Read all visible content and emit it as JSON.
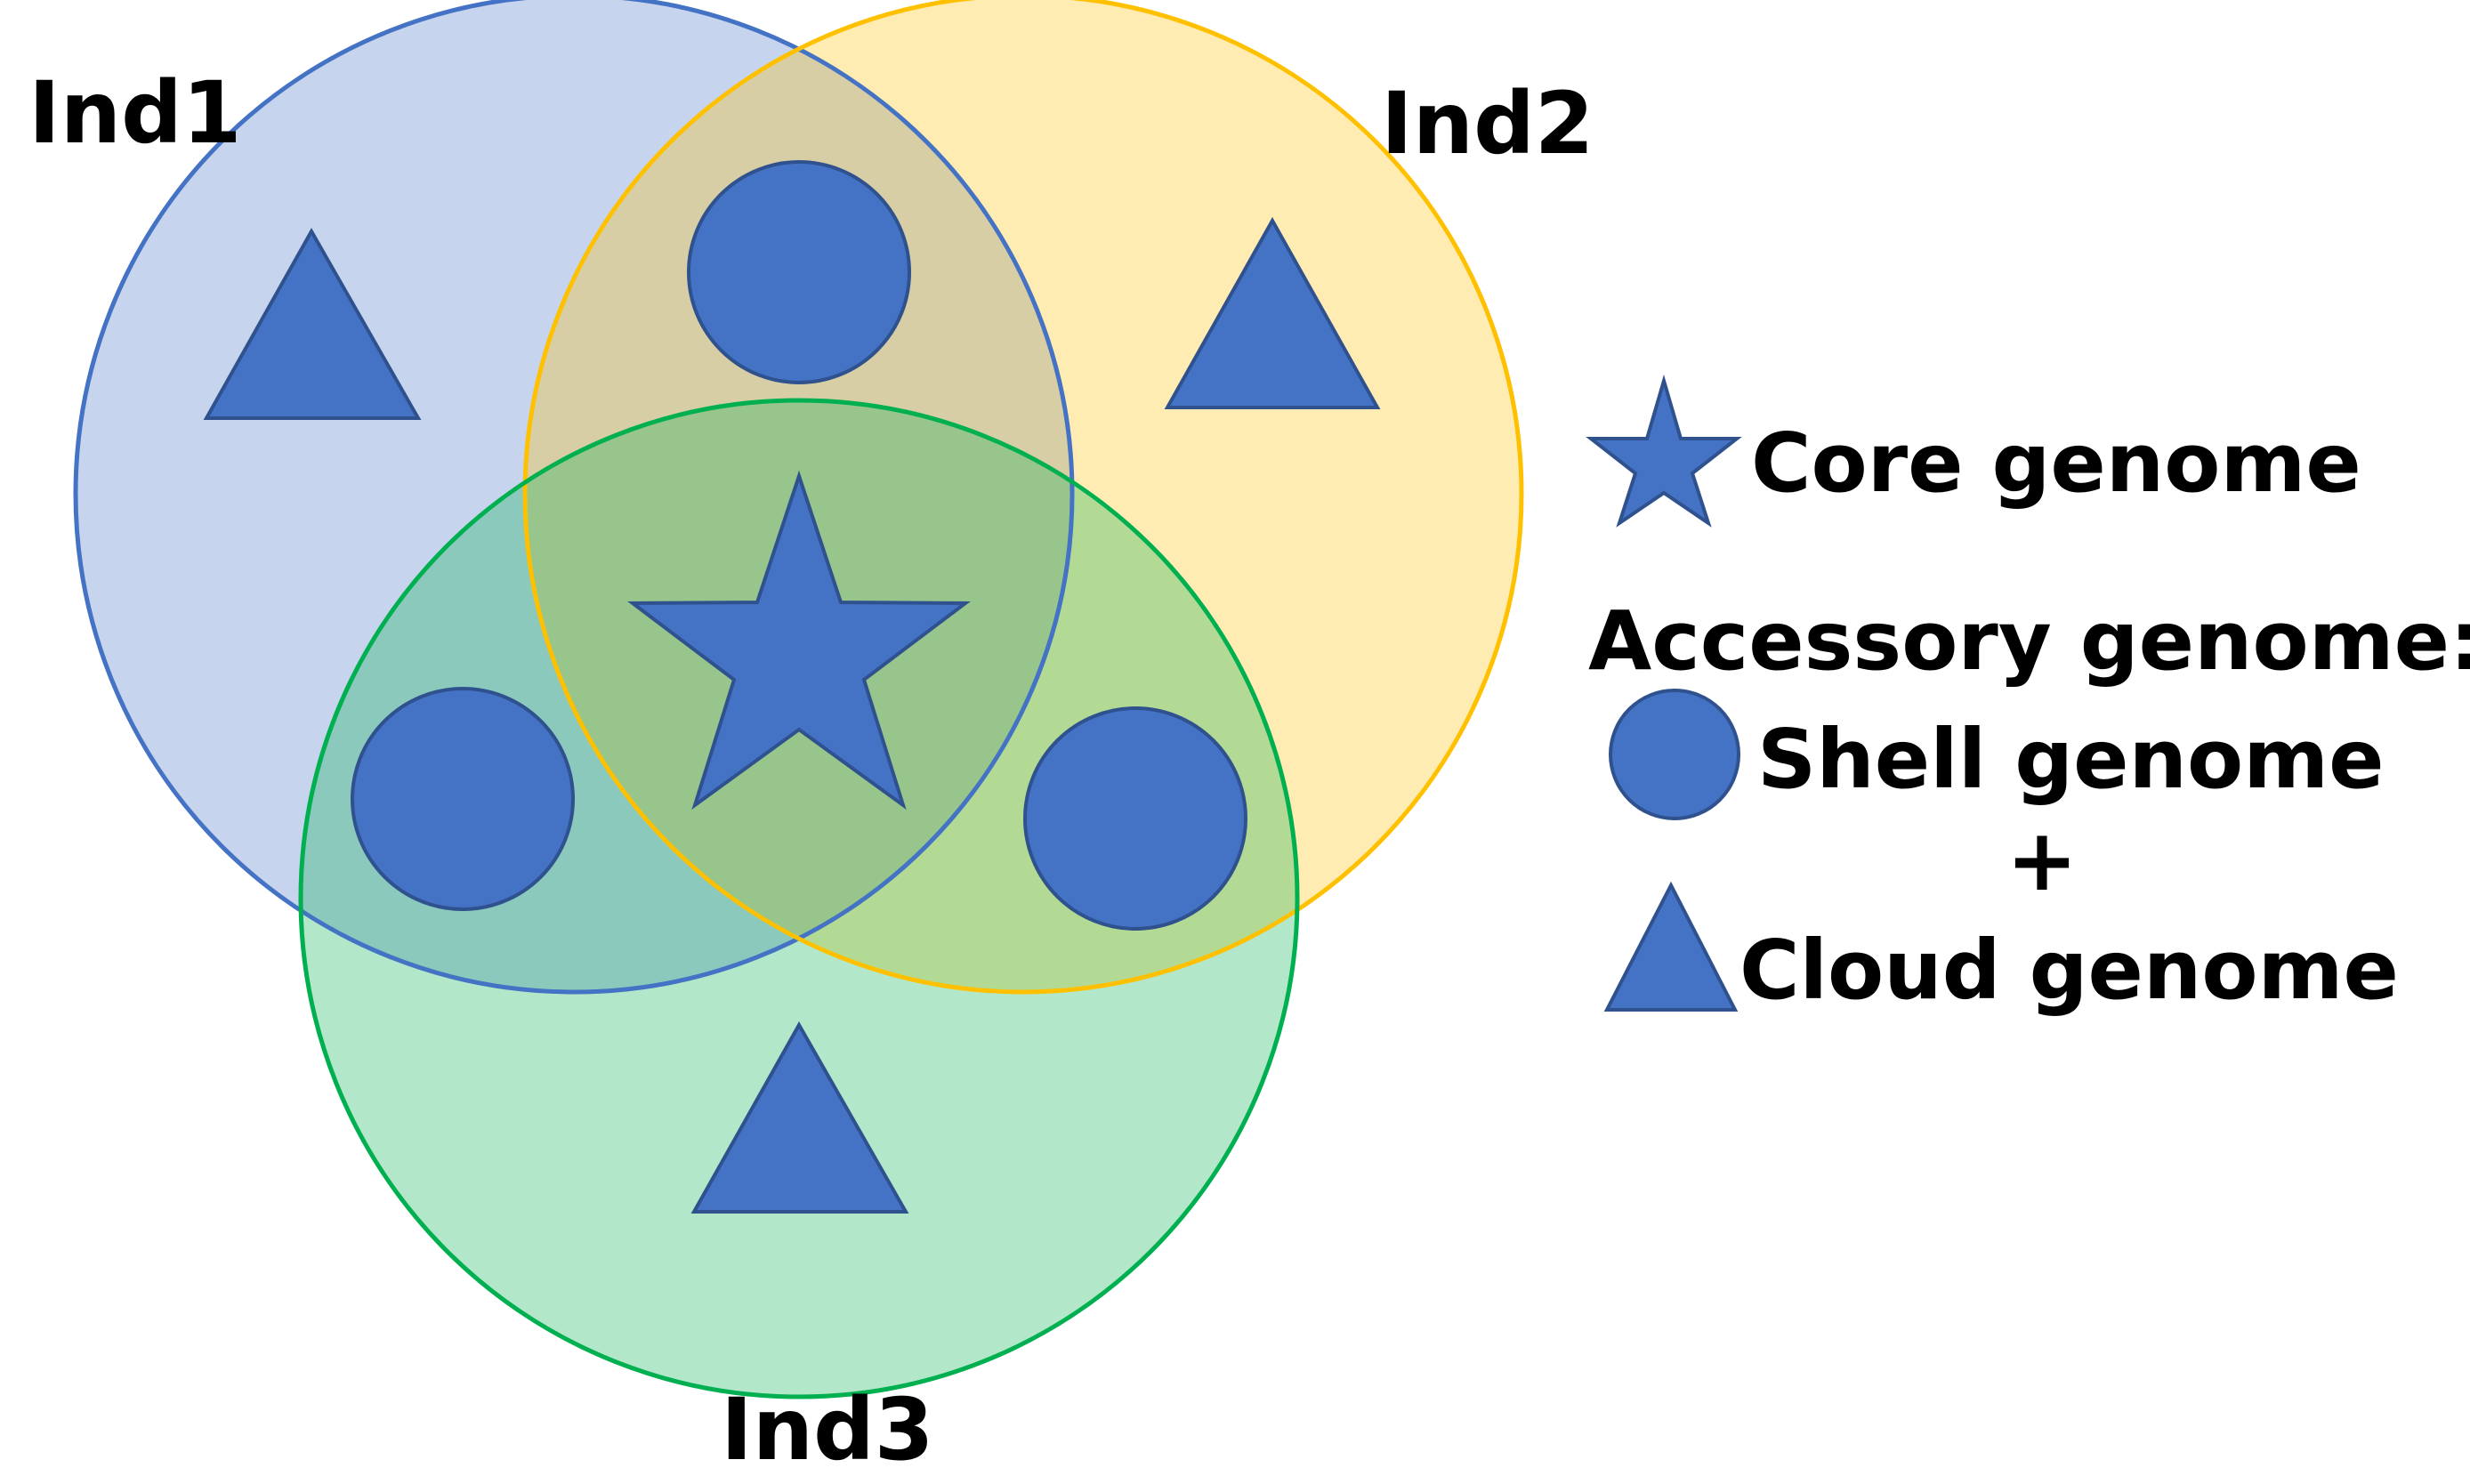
{
  "colors": {
    "set1": "#4472c4",
    "set2": "#ffc000",
    "set3": "#00b050",
    "glyph": "#4472c4",
    "glyph_outline": "#2f528f",
    "text": "#000000"
  },
  "sets": [
    {
      "label": "Ind1"
    },
    {
      "label": "Ind2"
    },
    {
      "label": "Ind3"
    }
  ],
  "regions": [
    {
      "name": "ind1-only",
      "glyph": "triangle-icon"
    },
    {
      "name": "ind2-only",
      "glyph": "triangle-icon"
    },
    {
      "name": "ind3-only",
      "glyph": "triangle-icon"
    },
    {
      "name": "ind1-ind2",
      "glyph": "circle-icon"
    },
    {
      "name": "ind1-ind3",
      "glyph": "circle-icon"
    },
    {
      "name": "ind2-ind3",
      "glyph": "circle-icon"
    },
    {
      "name": "ind1-ind2-ind3",
      "glyph": "star-icon"
    }
  ],
  "legend": {
    "core": {
      "icon": "star-icon",
      "label": "Core genome"
    },
    "accessory_heading": "Accessory genome:",
    "shell": {
      "icon": "circle-icon",
      "label": "Shell genome"
    },
    "plus": "+",
    "cloud": {
      "icon": "triangle-icon",
      "label": "Cloud genome"
    }
  }
}
